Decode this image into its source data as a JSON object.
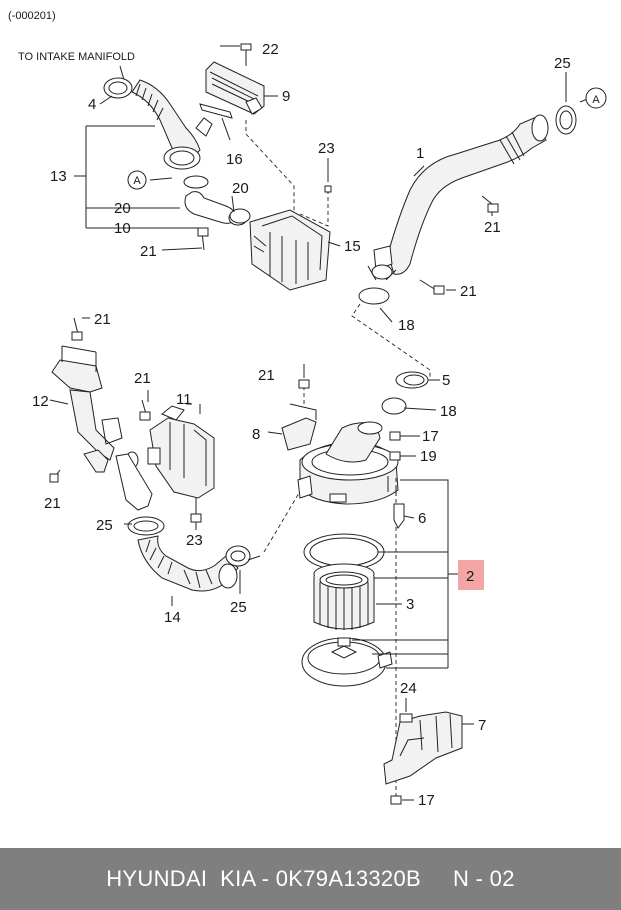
{
  "diagram": {
    "serial_range": "(-000201)",
    "note_intake": "TO INTAKE MANIFOLD",
    "circle_ref": "A",
    "highlight_color": "#f4a6a6",
    "callouts": {
      "c1": "1",
      "c2": "2",
      "c3": "3",
      "c4": "4",
      "c5": "5",
      "c6": "6",
      "c7": "7",
      "c8": "8",
      "c9": "9",
      "c10": "10",
      "c11": "11",
      "c12": "12",
      "c13": "13",
      "c14": "14",
      "c15": "15",
      "c16": "16",
      "c17": "17",
      "c18": "18",
      "c19": "19",
      "c20": "20",
      "c21": "21",
      "c22": "22",
      "c23": "23",
      "c24": "24",
      "c25": "25"
    }
  },
  "footer": {
    "brand": "HYUNDAI  KIA - 0K79A13320B",
    "page": "N - 02"
  }
}
